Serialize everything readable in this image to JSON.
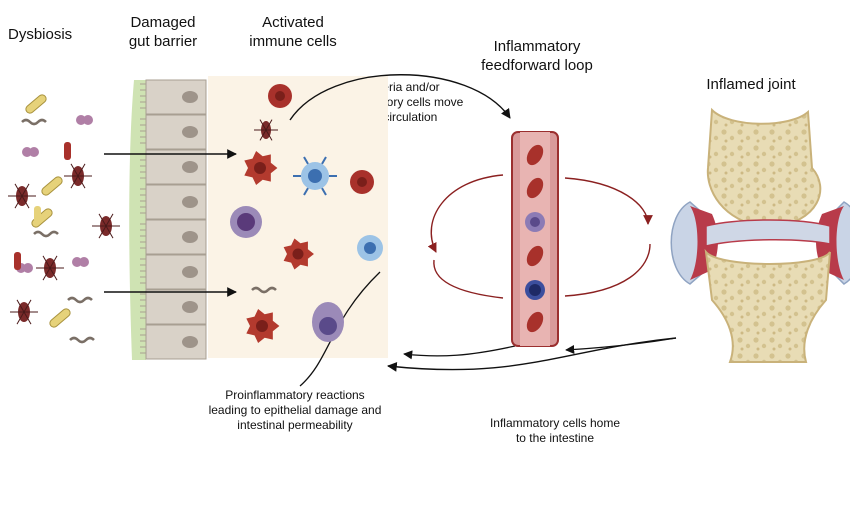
{
  "headers": {
    "dysbiosis": "Dysbiosis",
    "damaged_barrier_line1": "Damaged",
    "damaged_barrier_line2": "gut barrier",
    "activated_line1": "Activated",
    "activated_line2": "immune cells",
    "feedforward_line1": "Inflammatory",
    "feedforward_line2": "feedforward loop",
    "inflamed_joint": "Inflamed joint"
  },
  "annotations": {
    "circulation_line1": "Bacteria and/or",
    "circulation_line2": "inflammatory cells move",
    "circulation_line3": "into circulation",
    "proinflammatory_line1": "Proinflammatory reactions",
    "proinflammatory_line2": "leading to epithelial damage and",
    "proinflammatory_line3": "intestinal permeability",
    "homing_line1": "Inflammatory cells home",
    "homing_line2": "to the intestine"
  },
  "colors": {
    "epithelium": "#d9d2c8",
    "lumen_panel": "#fbf3e6",
    "vessel": "#d99a9a",
    "vessel_dark": "#9b2f2f",
    "rbc": "#a8312b",
    "immune_red": "#b33a2e",
    "bone": "#e8dcb5",
    "cartilage": "#cfd7e6",
    "synovium": "#b83b4a",
    "loop_arrow": "#8b2020"
  }
}
